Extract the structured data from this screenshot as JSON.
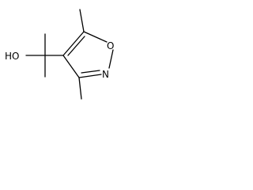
{
  "molecule": {
    "atoms": {
      "hydroxyl": "HO",
      "ring_oxygen": "O",
      "ring_nitrogen": "N"
    }
  }
}
